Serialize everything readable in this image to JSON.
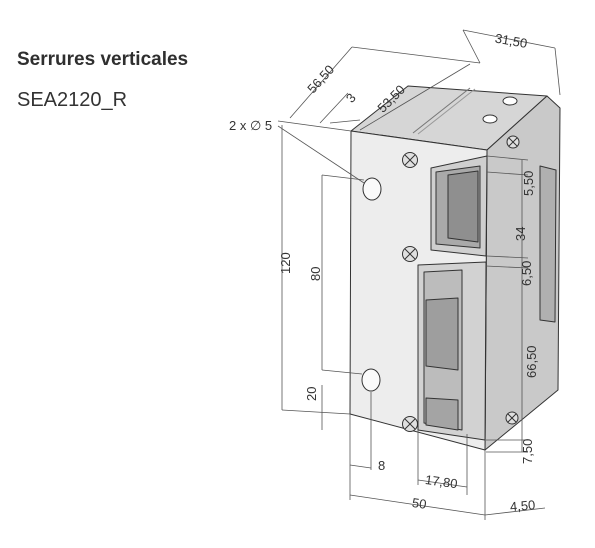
{
  "header": {
    "title": "Serrures verticales",
    "model": "SEA2120_R"
  },
  "dimensions": {
    "holes": "2 x ∅ 5",
    "d_56_50": "56,50",
    "d_3": "3",
    "d_53_50": "53,50",
    "d_31_50": "31,50",
    "d_120": "120",
    "d_80": "80",
    "d_20": "20",
    "d_8": "8",
    "d_17_80": "17,80",
    "d_50": "50",
    "d_4_50": "4,50",
    "d_5_50": "5,50",
    "d_34": "34",
    "d_6_50": "6,50",
    "d_66_50": "66,50",
    "d_7_50": "7,50"
  },
  "colors": {
    "line": "#333333",
    "body_light": "#ececec",
    "body_mid": "#d9d9d9",
    "body_dark": "#b8b8b8"
  }
}
